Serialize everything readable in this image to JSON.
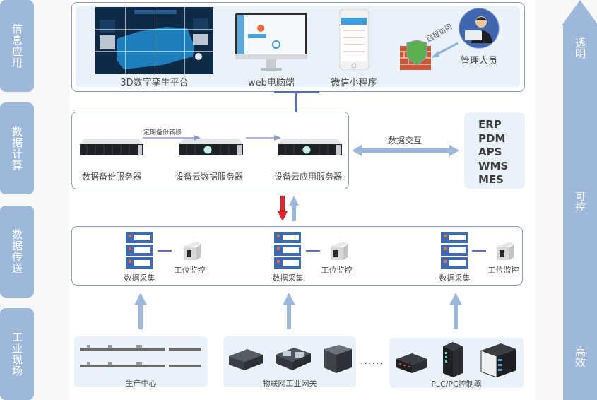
{
  "layers": [
    {
      "label": "信息应用"
    },
    {
      "label": "数据计算"
    },
    {
      "label": "数据传送"
    },
    {
      "label": "工业现场"
    }
  ],
  "side_arrow": {
    "words": [
      "透明",
      "可控",
      "高效"
    ],
    "color": "#9db8da"
  },
  "info_app": {
    "items": [
      {
        "label": "3D数字孪生平台"
      },
      {
        "label": "web电脑端"
      },
      {
        "label": "微信小程序"
      }
    ],
    "remote_access_label": "远程访问",
    "admin_label": "管理人员"
  },
  "compute": {
    "servers": [
      {
        "label": "数据备份服务器"
      },
      {
        "label": "设备云数据服务器"
      },
      {
        "label": "设备云应用服务器"
      }
    ],
    "backup_transfer_label": "定期备份转移",
    "data_exchange_label": "数据交互",
    "systems": [
      "ERP",
      "PDM",
      "APS",
      "WMS",
      "MES"
    ]
  },
  "transfer": {
    "nodes": [
      {
        "collector_label": "数据采集",
        "monitor_label": "工位监控"
      },
      {
        "collector_label": "数据采集",
        "monitor_label": "工位监控"
      },
      {
        "collector_label": "数据采集",
        "monitor_label": "工位监控"
      }
    ],
    "down_arrow_color": "#e0262b",
    "up_arrow_color": "#9db8da"
  },
  "field": {
    "groups": [
      {
        "label": "生产中心"
      },
      {
        "label": "物联网工业网关"
      },
      {
        "label": "PLC/PC控制器"
      }
    ],
    "ellipsis": "......"
  },
  "colors": {
    "accent": "#9db8da",
    "border": "#8b9bc6",
    "panel": "#e9f1fa",
    "connector": "#5a6fb0"
  }
}
